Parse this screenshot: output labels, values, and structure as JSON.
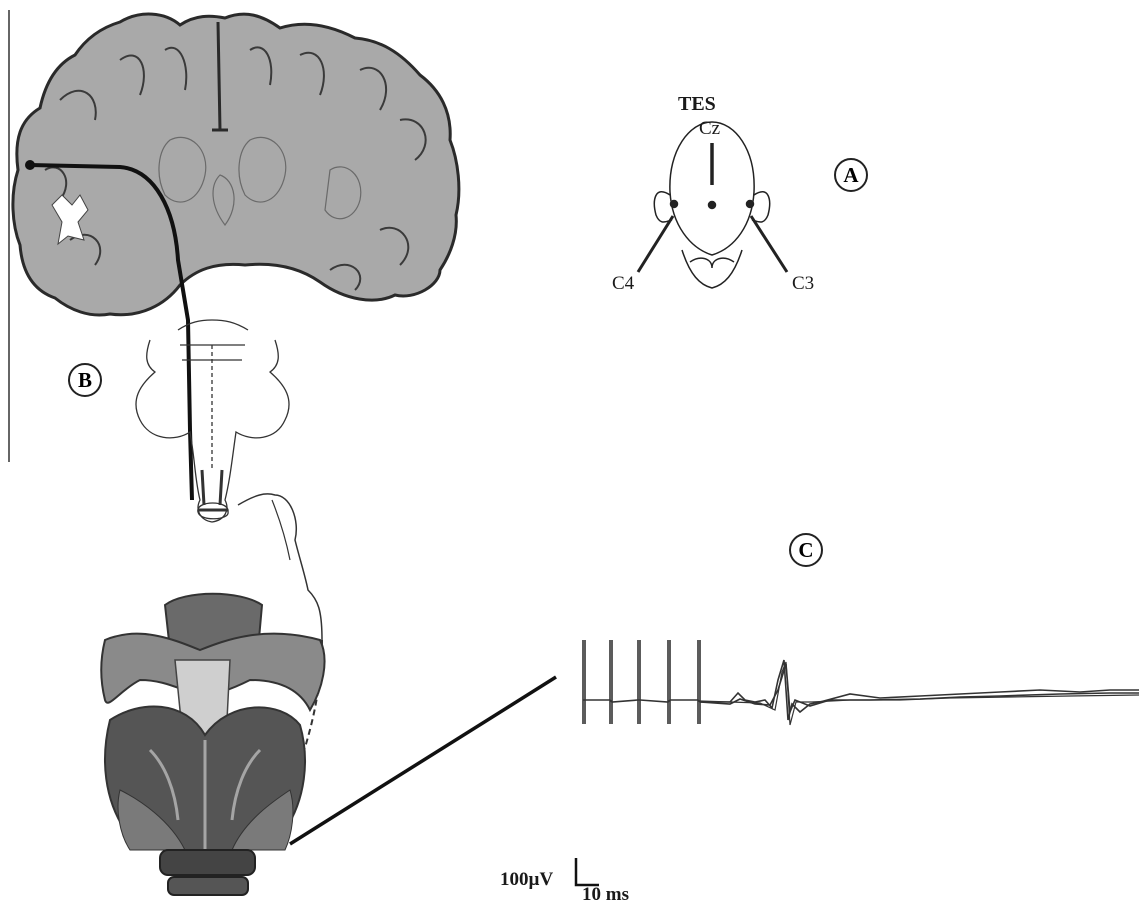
{
  "tes_title": "TES",
  "electrodes": {
    "cz": "Cz",
    "c3": "C3",
    "c4": "C4"
  },
  "panels": {
    "a": "A",
    "b": "B",
    "c": "C"
  },
  "scale_bar": {
    "amplitude": "100µV",
    "time": "10 ms"
  },
  "colors": {
    "brain_fill": "#a9a9a9",
    "outline": "#222222",
    "muscle": "#555555",
    "trace": "#333333"
  }
}
